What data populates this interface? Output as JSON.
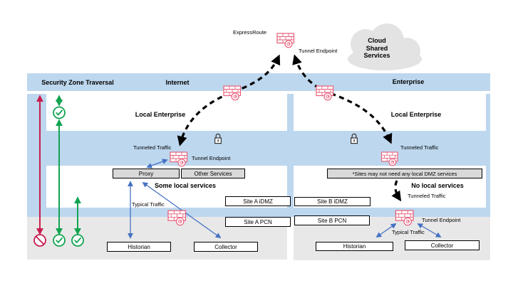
{
  "bands": {
    "security_zone_traversal": "Security Zone Traversal",
    "internet": "Internet",
    "enterprise": "Enterprise"
  },
  "cloud": {
    "lines": [
      "Cloud",
      "Shared",
      "Services"
    ]
  },
  "top": {
    "expressroute": "ExpressRoute",
    "tunnel_endpoint": "Tunnel Endpoint"
  },
  "site_a": {
    "local_enterprise": "Local Enterprise",
    "tunneled_traffic": "Tunneled Traffic",
    "tunnel_endpoint": "Tunnel Endpoint",
    "proxy": "Proxy",
    "other_services": "Other Services",
    "some_local_services": "Some local services",
    "typical_traffic": "Typical Traffic",
    "idmz_label": "Site A iDMZ",
    "pcn_label": "Site A PCN",
    "historian": "Historian",
    "collector": "Collector"
  },
  "site_b": {
    "local_enterprise": "Local Enterprise",
    "tunneled_traffic_upper": "Tunneled Traffic",
    "dmz_note": "*Sites may not need any local DMZ services",
    "no_local_services": "No local services",
    "tunneled_traffic_lower": "Tunneled Traffic",
    "tunnel_endpoint": "Tunnel Endpoint",
    "typical_traffic": "Typical Traffic",
    "idmz_label": "Site B iDMZ",
    "pcn_label": "Site B PCN",
    "historian": "Historian",
    "collector": "Collector"
  },
  "colors": {
    "zone_band": "#bdd7ee",
    "pcn_zone": "#e9e8e8",
    "service_box": "#d9d9d9",
    "firewall": "#e8607a",
    "traffic_arrow": "#4472c4",
    "allowed_green": "#12a452",
    "denied_red": "#c81e4f",
    "tunnel_black": "#000000",
    "cloud_gray": "#e3e3e3"
  }
}
